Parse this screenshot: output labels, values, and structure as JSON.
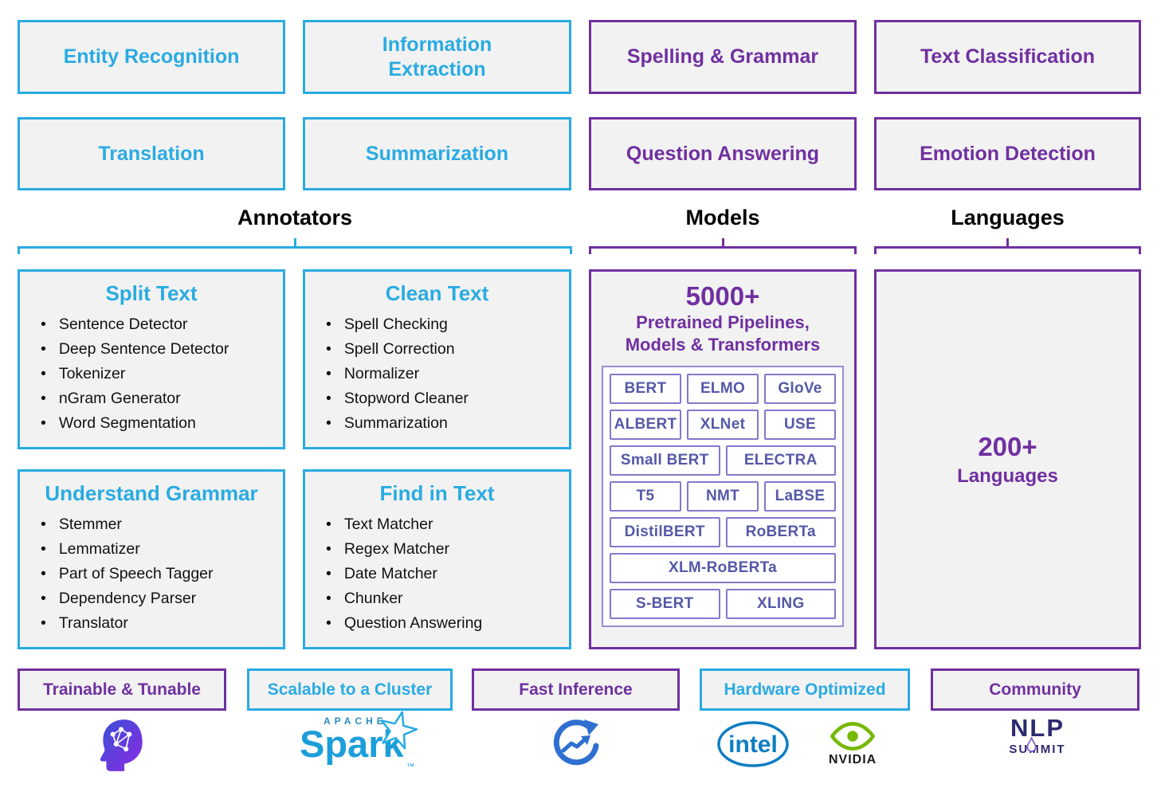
{
  "colors": {
    "cyan": "#29abe2",
    "purple": "#7030a0",
    "box_bg": "#f2f2f2",
    "ink": "#111111",
    "chip_text": "#5558a7",
    "chip_border": "#8577cd",
    "chip_box_border": "#9a8bd0",
    "spark_blue": "#1c9ed9",
    "speed_blue": "#2e6fd0",
    "intel_blue": "#0f7dc2",
    "nvidia_green": "#76b900",
    "nlp_navy": "#2d2a6e",
    "nlp_drop": "#7d55c7",
    "head_blue": "#3a4fd8",
    "head_purple": "#8a2be2"
  },
  "top_features": [
    {
      "label": "Entity Recognition",
      "color": "cyan"
    },
    {
      "label": "Information Extraction",
      "color": "cyan"
    },
    {
      "label": "Spelling & Grammar",
      "color": "purple"
    },
    {
      "label": "Text Classification",
      "color": "purple"
    },
    {
      "label": "Translation",
      "color": "cyan"
    },
    {
      "label": "Summarization",
      "color": "cyan"
    },
    {
      "label": "Question Answering",
      "color": "purple"
    },
    {
      "label": "Emotion Detection",
      "color": "purple"
    }
  ],
  "sections": {
    "annotators": "Annotators",
    "models": "Models",
    "languages": "Languages"
  },
  "annotator_groups": [
    {
      "title": "Split Text",
      "items": [
        "Sentence Detector",
        "Deep Sentence Detector",
        "Tokenizer",
        "nGram Generator",
        "Word Segmentation"
      ]
    },
    {
      "title": "Clean Text",
      "items": [
        "Spell Checking",
        "Spell Correction",
        "Normalizer",
        "Stopword Cleaner",
        "Summarization"
      ]
    },
    {
      "title": "Understand Grammar",
      "items": [
        "Stemmer",
        "Lemmatizer",
        "Part of Speech Tagger",
        "Dependency Parser",
        "Translator"
      ]
    },
    {
      "title": "Find in Text",
      "items": [
        "Text Matcher",
        "Regex Matcher",
        "Date Matcher",
        "Chunker",
        "Question Answering"
      ]
    }
  ],
  "models_panel": {
    "headline": "5000+",
    "subtitle_line1": "Pretrained Pipelines,",
    "subtitle_line2": "Models & Transformers",
    "chip_rows": [
      [
        "BERT",
        "ELMO",
        "GloVe"
      ],
      [
        "ALBERT",
        "XLNet",
        "USE"
      ],
      [
        "Small BERT",
        "ELECTRA"
      ],
      [
        "T5",
        "NMT",
        "LaBSE"
      ],
      [
        "DistilBERT",
        "RoBERTa"
      ],
      [
        "XLM-RoBERTa"
      ],
      [
        "S-BERT",
        "XLING"
      ]
    ]
  },
  "languages_panel": {
    "headline": "200+",
    "subtitle": "Languages"
  },
  "bottom_features": [
    {
      "label": "Trainable & Tunable",
      "color": "purple",
      "icon": "brain-head-icon"
    },
    {
      "label": "Scalable to a Cluster",
      "color": "cyan",
      "icon": "apache-spark-logo"
    },
    {
      "label": "Fast Inference",
      "color": "purple",
      "icon": "speed-arrow-icon"
    },
    {
      "label": "Hardware Optimized",
      "color": "cyan",
      "icon": "intel-nvidia-logos"
    },
    {
      "label": "Community",
      "color": "purple",
      "icon": "nlp-summit-logo"
    }
  ],
  "logos": {
    "spark_apache": "APACHE",
    "spark_word": "Spark",
    "spark_tm": "™",
    "intel": "intel",
    "nvidia": "NVIDIA",
    "nlp_line1": "NLP",
    "nlp_line2": "SUMMIT"
  }
}
